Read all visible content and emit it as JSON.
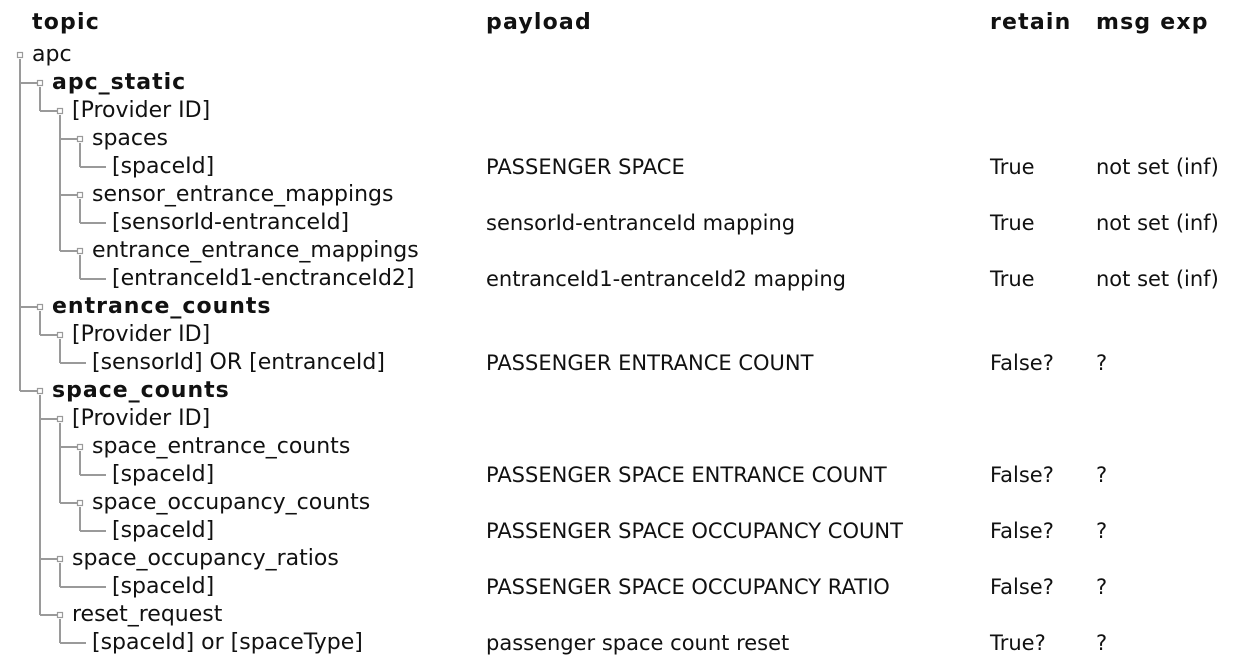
{
  "headers": {
    "topic": "topic",
    "payload": "payload",
    "retain": "retain",
    "msg_exp": "msg exp"
  },
  "line_color": "#9a9a9a",
  "rows": [
    {
      "topic": "apc",
      "bold": false,
      "depth": 0,
      "payload": "",
      "retain": "",
      "msg_exp": ""
    },
    {
      "topic": "apc_static",
      "bold": true,
      "depth": 1,
      "payload": "",
      "retain": "",
      "msg_exp": ""
    },
    {
      "topic": "[Provider ID]",
      "bold": false,
      "depth": 2,
      "payload": "",
      "retain": "",
      "msg_exp": ""
    },
    {
      "topic": "spaces",
      "bold": false,
      "depth": 3,
      "payload": "",
      "retain": "",
      "msg_exp": ""
    },
    {
      "topic": "[spaceId]",
      "bold": false,
      "depth": 4,
      "payload": "PASSENGER SPACE",
      "retain": "True",
      "msg_exp": "not set (inf)"
    },
    {
      "topic": "sensor_entrance_mappings",
      "bold": false,
      "depth": 3,
      "payload": "",
      "retain": "",
      "msg_exp": ""
    },
    {
      "topic": "[sensorId-entranceId]",
      "bold": false,
      "depth": 4,
      "payload": "sensorId-entranceId mapping",
      "retain": "True",
      "msg_exp": "not set (inf)"
    },
    {
      "topic": "entrance_entrance_mappings",
      "bold": false,
      "depth": 3,
      "payload": "",
      "retain": "",
      "msg_exp": ""
    },
    {
      "topic": "[entranceId1-enctranceId2]",
      "bold": false,
      "depth": 4,
      "payload": "entranceId1-entranceId2 mapping",
      "retain": "True",
      "msg_exp": "not set (inf)"
    },
    {
      "topic": "entrance_counts",
      "bold": true,
      "depth": 1,
      "payload": "",
      "retain": "",
      "msg_exp": ""
    },
    {
      "topic": "[Provider ID]",
      "bold": false,
      "depth": 2,
      "payload": "",
      "retain": "",
      "msg_exp": ""
    },
    {
      "topic": "[sensorId] OR [entranceId]",
      "bold": false,
      "depth": 3,
      "payload": "PASSENGER ENTRANCE COUNT",
      "retain": "False?",
      "msg_exp": "?"
    },
    {
      "topic": "space_counts",
      "bold": true,
      "depth": 1,
      "payload": "",
      "retain": "",
      "msg_exp": ""
    },
    {
      "topic": "[Provider ID]",
      "bold": false,
      "depth": 2,
      "payload": "",
      "retain": "",
      "msg_exp": ""
    },
    {
      "topic": "space_entrance_counts",
      "bold": false,
      "depth": 3,
      "payload": "",
      "retain": "",
      "msg_exp": ""
    },
    {
      "topic": "[spaceId]",
      "bold": false,
      "depth": 4,
      "payload": "PASSENGER SPACE ENTRANCE COUNT",
      "retain": "False?",
      "msg_exp": "?"
    },
    {
      "topic": "space_occupancy_counts",
      "bold": false,
      "depth": 3,
      "payload": "",
      "retain": "",
      "msg_exp": ""
    },
    {
      "topic": "[spaceId]",
      "bold": false,
      "depth": 4,
      "payload": "PASSENGER SPACE OCCUPANCY COUNT",
      "retain": "False?",
      "msg_exp": "?"
    },
    {
      "topic": "space_occupancy_ratios",
      "bold": false,
      "depth": 2,
      "payload": "",
      "retain": "",
      "msg_exp": ""
    },
    {
      "topic": "[spaceId]",
      "bold": false,
      "depth": 4,
      "payload": "PASSENGER SPACE OCCUPANCY RATIO",
      "retain": "False?",
      "msg_exp": "?"
    },
    {
      "topic": "reset_request",
      "bold": false,
      "depth": 2,
      "payload": "",
      "retain": "",
      "msg_exp": ""
    },
    {
      "topic": "[spaceId] or [spaceType]",
      "bold": false,
      "depth": 3,
      "payload": "passenger space count reset",
      "retain": "True?",
      "msg_exp": "?"
    }
  ]
}
